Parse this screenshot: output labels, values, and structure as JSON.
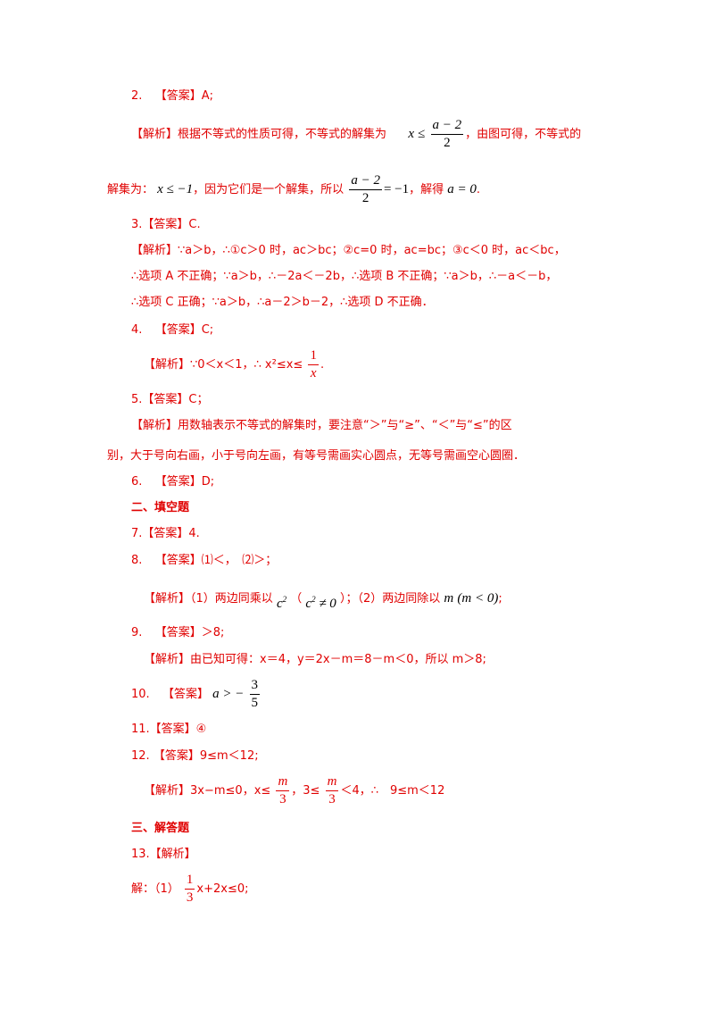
{
  "q2": {
    "answer_no": "2.",
    "answer_tag": "【答案】",
    "answer_val": "A;",
    "analysis_tag": "【解析】",
    "analysis_text1": "根据不等式的性质可得，不等式的解集为",
    "math_x": "x",
    "leq": "≤",
    "frac_num": "a − 2",
    "frac_den": "2",
    "analysis_text2": "，由图可得，不等式的",
    "line2_text1": "解集为：",
    "line2_math1": "x ≤ −1",
    "line2_text2": "，因为它们是一个解集，所以",
    "line2_frac_num": "a − 2",
    "line2_frac_den": "2",
    "line2_eq": "= −1",
    "line2_text3": "，解得",
    "line2_math2": "a = 0",
    "line2_end": "."
  },
  "q3": {
    "answer": "3.【答案】C.",
    "line1": "【解析】∵a＞b，∴①c＞0 时，ac＞bc；②c=0 时，ac=bc；③c＜0 时，ac＜bc，",
    "line2": "∴选项 A 不正确；∵a＞b，∴－2a＜－2b，∴选项 B 不正确；∵a＞b，∴－a＜－b，",
    "line3": "∴选项 C 正确；∵a＞b，∴a－2＞b－2，∴选项 D 不正确．"
  },
  "q4": {
    "answer_no": "4.",
    "answer_tag": "【答案】",
    "answer_val": "C;",
    "analysis_tag": "【解析】",
    "analysis_text": "∵0＜x＜1，∴ x²≤x≤",
    "frac_num": "1",
    "frac_den": "x",
    "end": "."
  },
  "q5": {
    "answer": "5.【答案】C；",
    "line1": "【解析】用数轴表示不等式的解集时，要注意“＞”与“≥”、“＜”与“≤”的区",
    "line2": "别，大于号向右画，小于号向左画，有等号需画实心圆点，无等号需画空心圆圈．"
  },
  "q6": {
    "answer_no": "6.",
    "answer_tag": "【答案】",
    "answer_val": "D;"
  },
  "section2": "二、填空题",
  "q7": {
    "answer": "7.【答案】4."
  },
  "q8": {
    "answer_no": "8.",
    "answer_tag": "【答案】",
    "answer_val": "⑴＜，　⑵＞；",
    "analysis_tag": "【解析】",
    "text1": "（1）两边同乘以",
    "c2": "c",
    "paren_open": "（",
    "c2b": "c",
    "neq0": "≠ 0",
    "paren_close": "）",
    "text2": "；（2）两边同除以",
    "m_expr": "m",
    "m_cond": "(m < 0)",
    "end": ";"
  },
  "q9": {
    "answer_no": "9.",
    "answer_tag": "【答案】",
    "answer_val": "＞8;",
    "analysis": "【解析】由已知可得：x＝4，y＝2x－m＝8－m＜0，所以 m＞8;"
  },
  "q10": {
    "answer_no": "10.",
    "answer_tag": "【答案】",
    "math": "a > −",
    "frac_num": "3",
    "frac_den": "5"
  },
  "q11": {
    "answer": "11.【答案】④"
  },
  "q12": {
    "answer_no": "12.",
    "answer_tag": "【答案】",
    "answer_val": "9≤m＜12;",
    "analysis_tag": "【解析】",
    "text1": "3x−m≤0，x≤",
    "frac1_num": "m",
    "frac1_den": "3",
    "text2": "，3≤",
    "frac2_num": "m",
    "frac2_den": "3",
    "text3": "＜4，∴　9≤m＜12"
  },
  "section3": "三、解答题",
  "q13": {
    "label": "13.【解析】",
    "text1": "解：（1）",
    "frac_num": "1",
    "frac_den": "3",
    "text2": "x+2x≤0;"
  }
}
